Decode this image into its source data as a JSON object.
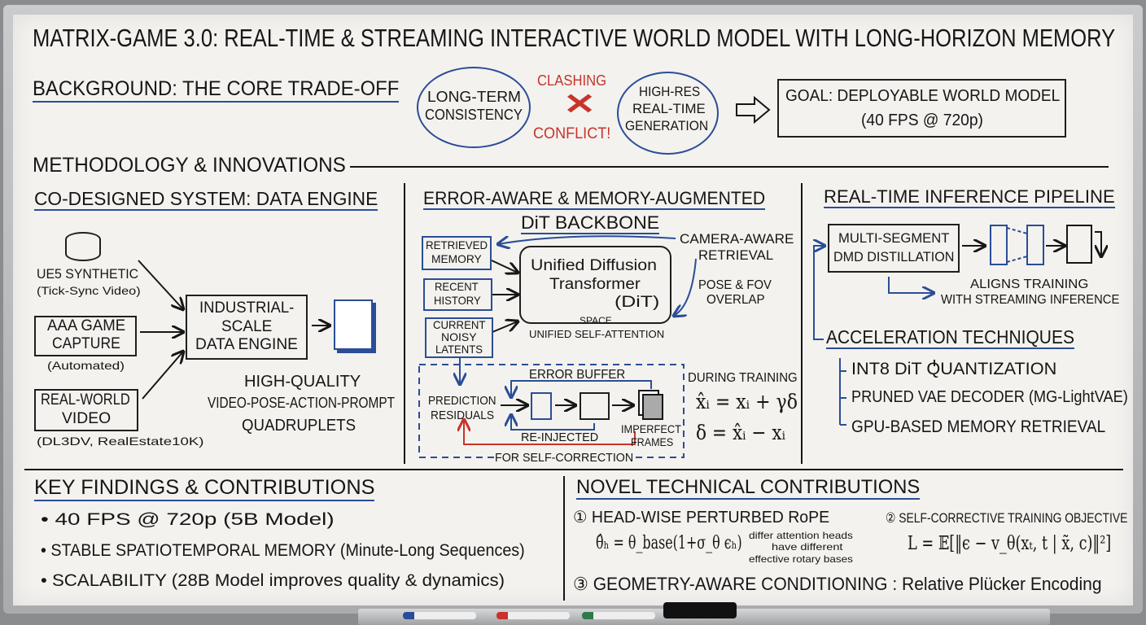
{
  "title": "MATRIX-GAME 3.0: REAL-TIME & STREAMING INTERACTIVE WORLD MODEL WITH LONG-HORIZON MEMORY",
  "background": {
    "heading": "BACKGROUND: THE CORE TRADE-OFF",
    "left_ellipse": [
      "LONG-TERM",
      "CONSISTENCY"
    ],
    "clashing": "CLASHING",
    "x_mark": "✕",
    "conflict": "CONFLICT!",
    "right_ellipse": [
      "HIGH-RES",
      "REAL-TIME",
      "GENERATION"
    ],
    "goal": [
      "GOAL: DEPLOYABLE WORLD MODEL",
      "(40 FPS @ 720p)"
    ]
  },
  "methodology": {
    "heading": "METHODOLOGY & INNOVATIONS"
  },
  "data_engine": {
    "heading": "CO-DESIGNED SYSTEM: DATA ENGINE",
    "ue5": "UE5 SYNTHETIC",
    "ue5_sub": "(Tick-Sync Video)",
    "aaa": [
      "AAA GAME",
      "CAPTURE"
    ],
    "aaa_sub": "(Automated)",
    "real": [
      "REAL-WORLD",
      "VIDEO"
    ],
    "real_sub": "(DL3DV, RealEstate10K)",
    "engine": [
      "INDUSTRIAL-",
      "SCALE",
      "DATA ENGINE"
    ],
    "output": [
      "HIGH-QUALITY",
      "VIDEO-POSE-ACTION-PROMPT",
      "QUADRUPLETS"
    ]
  },
  "dit": {
    "heading1": "ERROR-AWARE & MEMORY-AUGMENTED",
    "heading2": "DiT BACKBONE",
    "inputs": [
      [
        "RETRIEVED",
        "MEMORY"
      ],
      [
        "RECENT",
        "HISTORY"
      ],
      [
        "CURRENT",
        "NOISY",
        "LATENTS"
      ]
    ],
    "core": [
      "Unified Diffusion",
      "Transformer",
      "(DiT)"
    ],
    "core_sub": [
      "SPACE",
      "UNIFIED SELF-ATTENTION"
    ],
    "camera": [
      "CAMERA-AWARE",
      "RETRIEVAL"
    ],
    "pose": [
      "POSE & FOV",
      "OVERLAP"
    ],
    "error_buffer": "ERROR BUFFER",
    "residuals": [
      "PREDICTION",
      "RESIDUALS"
    ],
    "reinjected": "RE-INJECTED",
    "imperfect": [
      "IMPERFECT",
      "FRAMES"
    ],
    "self_correction": "FOR SELF-CORRECTION",
    "during": "DURING TRAINING",
    "eq1": "x̂ᵢ = xᵢ + γδ",
    "eq2": "δ = x̂ᵢ − xᵢ"
  },
  "inference": {
    "heading": "REAL-TIME INFERENCE PIPELINE",
    "dmd": [
      "MULTI-SEGMENT",
      "DMD DISTILLATION"
    ],
    "aligns": [
      "ALIGNS TRAINING",
      "WITH STREAMING INFERENCE"
    ],
    "accel": "ACCELERATION TECHNIQUES",
    "items": [
      "INT8 DiT QUANTIZATION",
      "PRUNED VAE DECODER (MG-LightVAE)",
      "GPU-BASED MEMORY RETRIEVAL"
    ]
  },
  "findings": {
    "heading": "KEY FINDINGS & CONTRIBUTIONS",
    "items": [
      "• 40 FPS @ 720p (5B Model)",
      "• STABLE SPATIOTEMPORAL MEMORY (Minute-Long Sequences)",
      "• SCALABILITY (28B Model improves quality & dynamics)"
    ]
  },
  "novel": {
    "heading": "NOVEL TECHNICAL CONTRIBUTIONS",
    "c1": "① HEAD-WISE PERTURBED RoPE",
    "c1_eq": "θ̂ₕ = θ_base(1+σ_θ ϵₕ)",
    "c1_notes": [
      "differ attention heads",
      "have different",
      "effective rotary bases"
    ],
    "c2": "② SELF-CORRECTIVE TRAINING OBJECTIVE",
    "c2_eq": "L = 𝔼[‖ϵ − v_θ(xₜ, t | x̃, c)‖²]",
    "c3": "③ GEOMETRY-AWARE CONDITIONING : Relative Plücker Encoding"
  },
  "colors": {
    "blue": "#2a4d97",
    "red": "#c8332b",
    "ink": "#161616"
  }
}
